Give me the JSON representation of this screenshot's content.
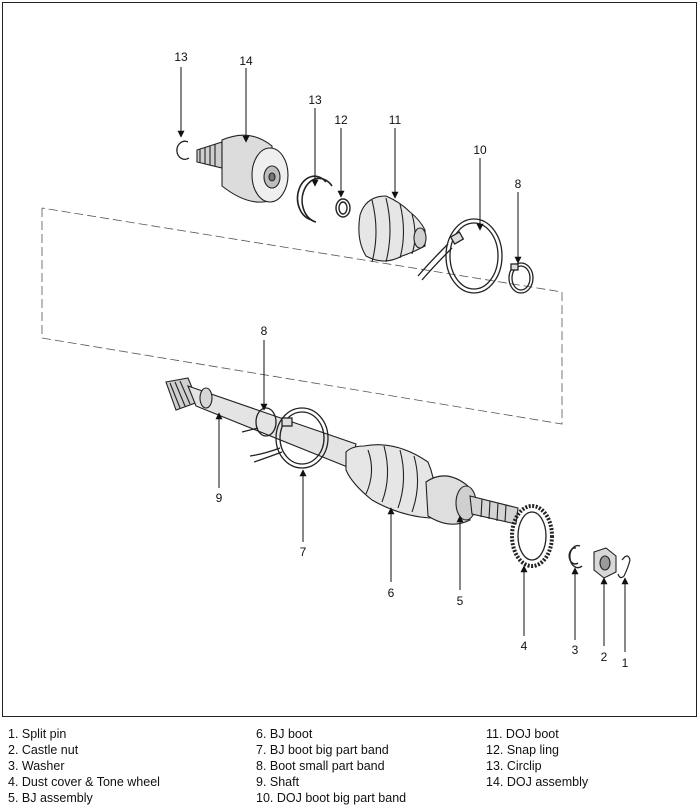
{
  "callouts": [
    {
      "num": "13"
    },
    {
      "num": "14"
    },
    {
      "num": "13"
    },
    {
      "num": "12"
    },
    {
      "num": "11"
    },
    {
      "num": "10"
    },
    {
      "num": "8"
    },
    {
      "num": "8"
    },
    {
      "num": "9"
    },
    {
      "num": "7"
    },
    {
      "num": "6"
    },
    {
      "num": "5"
    },
    {
      "num": "4"
    },
    {
      "num": "3"
    },
    {
      "num": "2"
    },
    {
      "num": "1"
    }
  ],
  "legend": {
    "col1": [
      "1. Split pin",
      "2. Castle nut",
      "3. Washer",
      "4. Dust cover & Tone wheel",
      "5. BJ assembly"
    ],
    "col2": [
      "6. BJ boot",
      "7. BJ boot big part band",
      "8. Boot small part band",
      "9. Shaft",
      "10. DOJ boot big part band"
    ],
    "col3": [
      "11. DOJ boot",
      "12. Snap ling",
      "13. Circlip",
      "14. DOJ assembly"
    ]
  }
}
